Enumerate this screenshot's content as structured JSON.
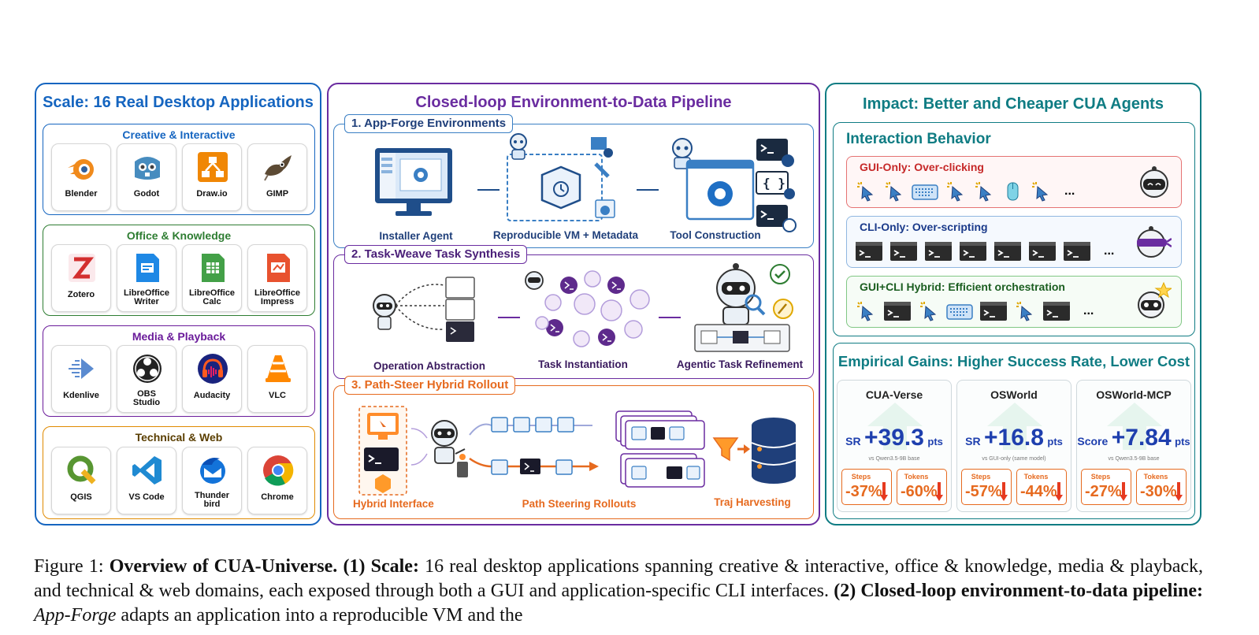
{
  "scale": {
    "title": "Scale: 16 Real Desktop Applications",
    "groups": [
      {
        "title": "Creative & Interactive",
        "color": "#1565c0",
        "apps": [
          {
            "name": "Blender",
            "icon": "blender-icon"
          },
          {
            "name": "Godot",
            "icon": "godot-icon"
          },
          {
            "name": "Draw.io",
            "icon": "drawio-icon"
          },
          {
            "name": "GIMP",
            "icon": "gimp-icon"
          }
        ]
      },
      {
        "title": "Office & Knowledge",
        "color": "#2e7d32",
        "apps": [
          {
            "name": "Zotero",
            "icon": "zotero-icon"
          },
          {
            "name": "LibreOffice Writer",
            "icon": "libreoffice-writer-icon"
          },
          {
            "name": "LibreOffice Calc",
            "icon": "libreoffice-calc-icon"
          },
          {
            "name": "LibreOffice Impress",
            "icon": "libreoffice-impress-icon"
          }
        ]
      },
      {
        "title": "Media & Playback",
        "color": "#6a1b9a",
        "apps": [
          {
            "name": "Kdenlive",
            "icon": "kdenlive-icon"
          },
          {
            "name": "OBS Studio",
            "icon": "obs-icon"
          },
          {
            "name": "Audacity",
            "icon": "audacity-icon"
          },
          {
            "name": "VLC",
            "icon": "vlc-icon"
          }
        ]
      },
      {
        "title": "Technical & Web",
        "color": "#e08a00",
        "apps": [
          {
            "name": "QGIS",
            "icon": "qgis-icon"
          },
          {
            "name": "VS Code",
            "icon": "vscode-icon"
          },
          {
            "name": "Thunder bird",
            "icon": "thunderbird-icon"
          },
          {
            "name": "Chrome",
            "icon": "chrome-icon"
          }
        ]
      }
    ]
  },
  "pipeline": {
    "title": "Closed-loop Environment-to-Data Pipeline",
    "s1": {
      "title": "1. App-Forge Environments",
      "captions": [
        "Installer Agent",
        "Reproducible VM + Metadata",
        "Tool Construction"
      ]
    },
    "s2": {
      "title": "2. Task-Weave Task Synthesis",
      "captions": [
        "Operation Abstraction",
        "Task Instantiation",
        "Agentic Task Refinement"
      ]
    },
    "s3": {
      "title": "3. Path-Steer Hybrid Rollout",
      "captions": [
        "Hybrid Interface",
        "Path Steering Rollouts",
        "Traj Harvesting"
      ]
    }
  },
  "impact": {
    "title": "Impact: Better and Cheaper CUA Agents",
    "behavior": {
      "title": "Interaction Behavior",
      "rows": [
        {
          "label": "GUI-Only: Over-clicking",
          "color": "#c62828"
        },
        {
          "label": "CLI-Only: Over-scripting",
          "color": "#1a3a8a"
        },
        {
          "label": "GUI+CLI Hybrid: Efficient orchestration",
          "color": "#1b5e20"
        }
      ],
      "ellipsis": "..."
    },
    "gains": {
      "title": "Empirical Gains: Higher Success Rate, Lower Cost",
      "cards": [
        {
          "benchmark": "CUA-Verse",
          "metric": "SR",
          "value": "+39.3",
          "unit": "pts",
          "note": "vs Qwen3.5-9B base",
          "steps_label": "Steps",
          "steps": "-37%",
          "tokens_label": "Tokens",
          "tokens": "-60%"
        },
        {
          "benchmark": "OSWorld",
          "metric": "SR",
          "value": "+16.8",
          "unit": "pts",
          "note": "vs GUI-only (same model)",
          "steps_label": "Steps",
          "steps": "-57%",
          "tokens_label": "Tokens",
          "tokens": "-44%"
        },
        {
          "benchmark": "OSWorld-MCP",
          "metric": "Score",
          "value": "+7.84",
          "unit": "pts",
          "note": "vs Qwen3.5-9B base",
          "steps_label": "Steps",
          "steps": "-27%",
          "tokens_label": "Tokens",
          "tokens": "-30%"
        }
      ]
    }
  },
  "caption": {
    "fig": "Figure 1: ",
    "b1": "Overview of CUA-Universe. (1) Scale:",
    "t1": " 16 real desktop applications spanning creative & interactive, office & knowledge, media & playback, and technical & web domains, each exposed through both a GUI and application-specific CLI interfaces. ",
    "b2": "(2) Closed-loop environment-to-data pipeline:",
    "t2": " ",
    "i1": "App-Forge",
    "t3": " adapts an application into a reproducible VM and the"
  },
  "colors": {
    "blue": "#1565c0",
    "purple": "#6a2ca0",
    "orange": "#e66a1f",
    "teal": "#0f7c83"
  }
}
